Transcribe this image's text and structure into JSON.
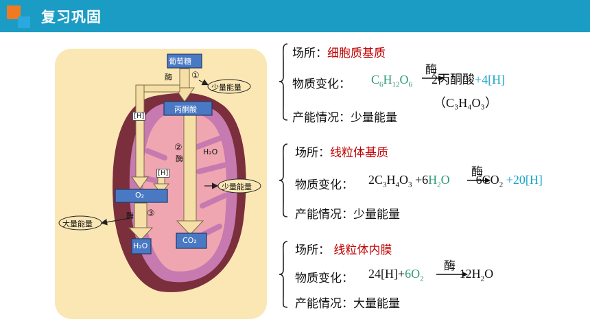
{
  "header": {
    "title": "复习巩固",
    "colors": {
      "bar": "#1a9cc4",
      "orange": "#f07a22",
      "blue": "#29a9e0"
    }
  },
  "diagram": {
    "glucose": "葡萄糖",
    "enzyme": "酶",
    "step1": "①",
    "step2": "②",
    "step3": "③",
    "little_energy": "少量能量",
    "pyruvate": "丙酮酸",
    "h": "[H]",
    "h2o_in": "H₂O",
    "o2": "O₂",
    "large_energy": "大量能量",
    "h2o_out": "H₂O",
    "co2": "CO₂"
  },
  "stages": [
    {
      "place_label": "场所：",
      "place_value": "细胞质基质",
      "change_label": "物质变化：",
      "enzyme": "酶",
      "extra_line": "（C₃H₄O₃）",
      "energy_label": "产能情况：少量能量"
    },
    {
      "place_label": "场所：",
      "place_value": "线粒体基质",
      "change_label": "物质变化：",
      "enzyme": "酶",
      "energy_label": "产能情况：少量能量"
    },
    {
      "place_label": "场所：",
      "place_value": " 线粒体内膜",
      "change_label": "物质变化：",
      "enzyme": "酶",
      "energy_label": "产能情况：大量能量"
    }
  ]
}
